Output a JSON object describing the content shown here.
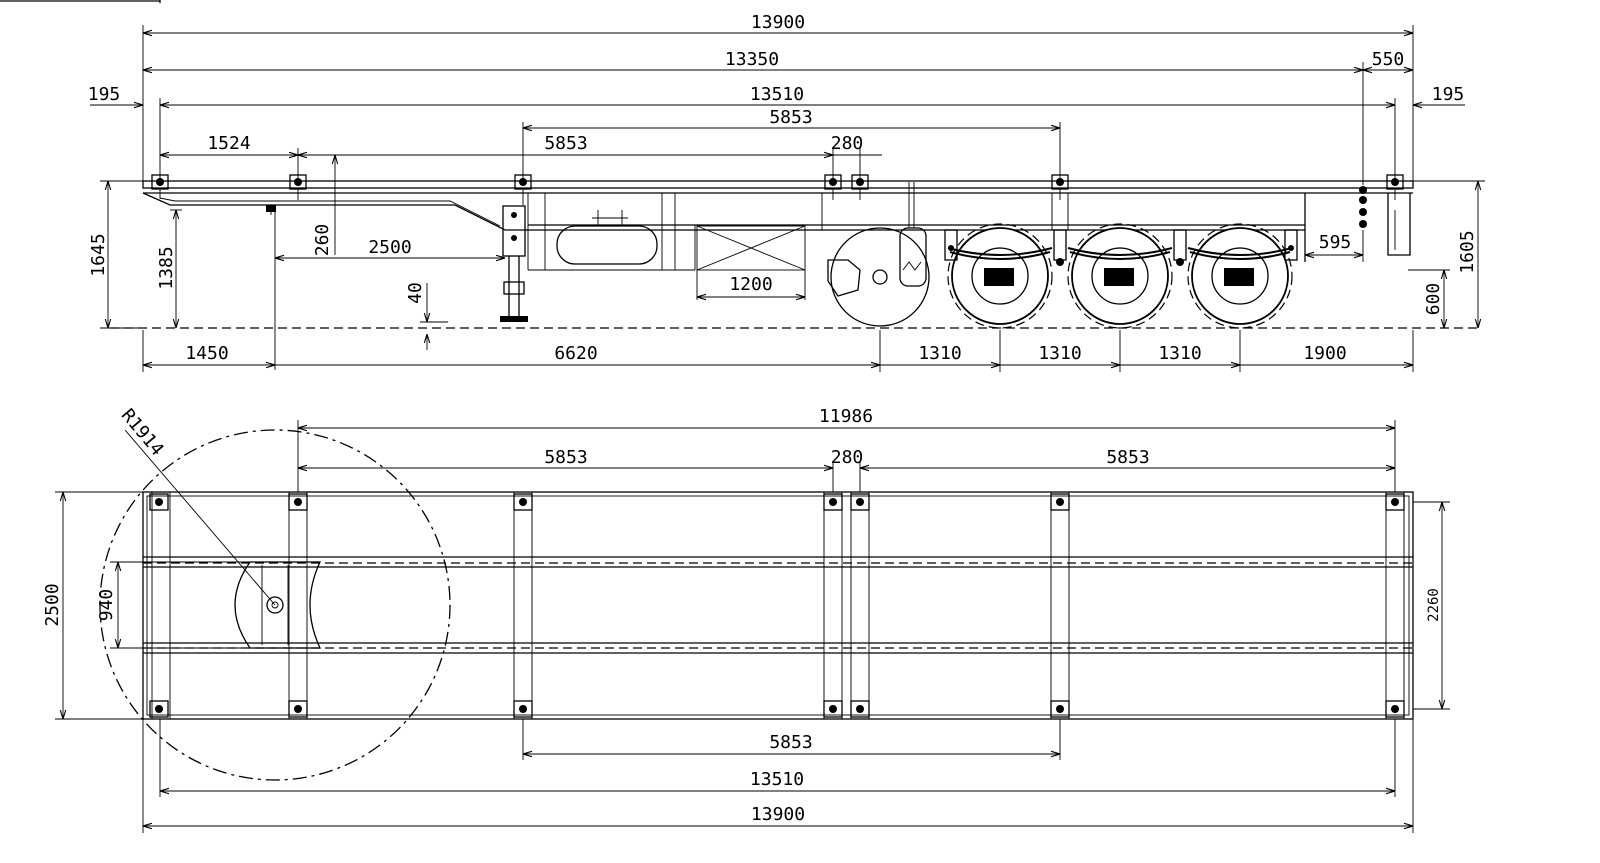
{
  "side_view": {
    "overall_length": "13900",
    "length_13350": "13350",
    "rear_550": "550",
    "front_195": "195",
    "rear_195": "195",
    "length_13510": "13510",
    "dim_1524": "1524",
    "dim_5853_a": "5853",
    "dim_5853_b": "5853",
    "dim_280": "280",
    "height_1645": "1645",
    "height_1385": "1385",
    "dim_260": "260",
    "dim_2500": "2500",
    "dim_40": "40",
    "dim_1200": "1200",
    "dim_595": "595",
    "height_1605": "1605",
    "height_600": "600",
    "dim_1450": "1450",
    "dim_6620": "6620",
    "axle_1310_a": "1310",
    "axle_1310_b": "1310",
    "axle_1310_c": "1310",
    "rear_1900": "1900"
  },
  "top_view": {
    "dim_11986": "11986",
    "radius": "R1914",
    "dim_5853_left": "5853",
    "dim_280": "280",
    "dim_5853_right": "5853",
    "width_2500": "2500",
    "dim_940": "940",
    "dim_2260": "2260",
    "dim_5853_bottom": "5853",
    "dim_13510": "13510",
    "overall_length": "13900"
  }
}
